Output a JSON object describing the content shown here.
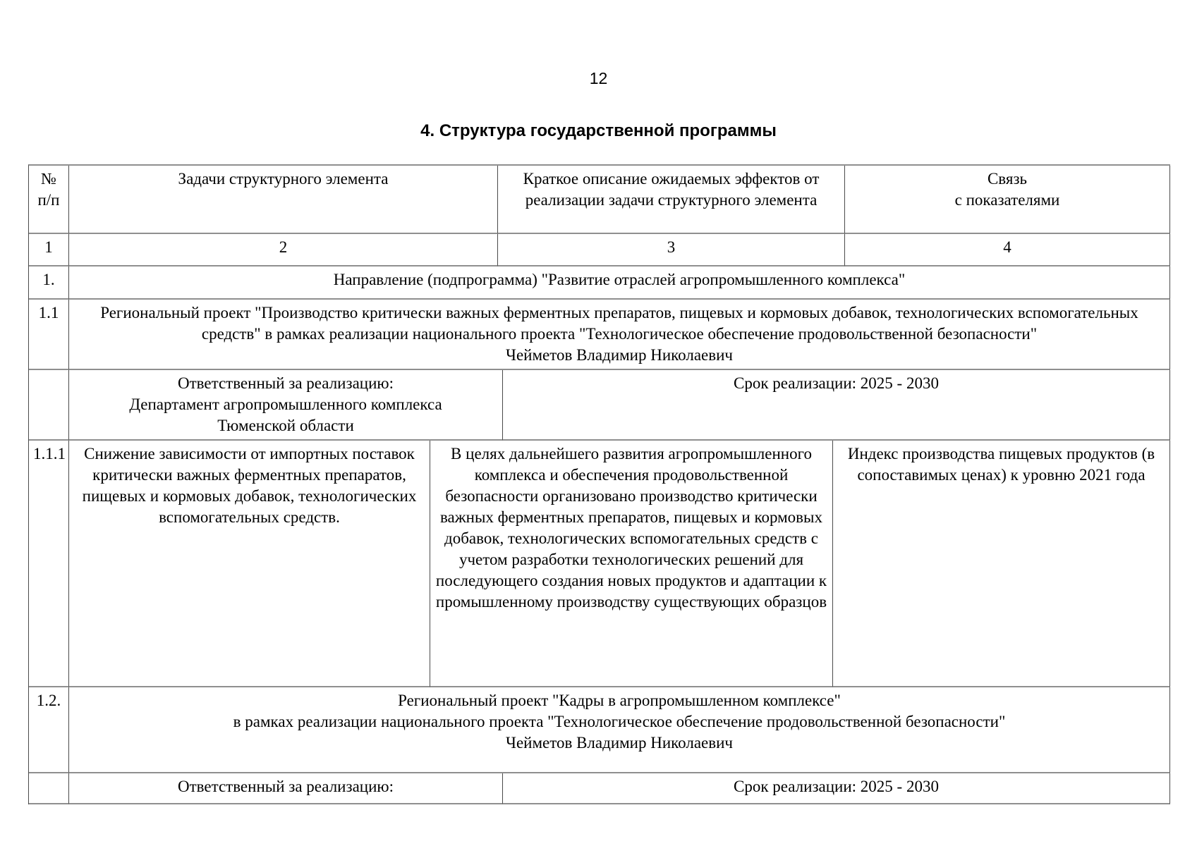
{
  "page": {
    "number": "12",
    "title": "4. Структура государственной программы"
  },
  "table": {
    "header": {
      "num_line1": "№",
      "num_line2": "п/п",
      "col2": "Задачи структурного элемента",
      "col3": "Краткое описание ожидаемых эффектов от реализации задачи структурного элемента",
      "col4_line1": "Связь",
      "col4_line2": "с показателями"
    },
    "numbering": [
      "1",
      "2",
      "3",
      "4"
    ],
    "rows": {
      "r1": {
        "num": "1.",
        "text": "Направление (подпрограмма) \"Развитие отраслей агропромышленного комплекса\""
      },
      "r11": {
        "num": "1.1",
        "project": "Региональный проект \"Производство критически важных ферментных препаратов, пищевых и кормовых добавок, технологических вспомогательных средств\" в рамках реализации национального проекта \"Технологическое обеспечение продовольственной безопасности\"",
        "leader": "Чейметов Владимир Николаевич"
      },
      "resp1": {
        "label": "Ответственный за реализацию:",
        "org_line1": "Департамент агропромышленного комплекса",
        "org_line2": "Тюменской области",
        "period": "Срок реализации: 2025 - 2030"
      },
      "r111": {
        "num": "1.1.1",
        "task": "Снижение зависимости от импортных поставок критически важных ферментных препаратов, пищевых и кормовых добавок, технологических вспомогательных средств.",
        "effect": "В целях дальнейшего развития агропромышленного комплекса и обеспечения продовольственной безопасности организовано производство критически важных ферментных препаратов, пищевых и кормовых добавок, технологических вспомогательных средств с учетом разработки технологических решений для последующего создания новых продуктов и адаптации к промышленному производству существующих образцов",
        "indicator": "Индекс производства пищевых продуктов (в сопоставимых ценах) к уровню 2021 года"
      },
      "r12": {
        "num": "1.2.",
        "line1": "Региональный проект \"Кадры в агропромышленном комплексе\"",
        "line2": "в рамках реализации национального проекта \"Технологическое обеспечение продовольственной безопасности\"",
        "leader": "Чейметов Владимир Николаевич"
      },
      "resp2": {
        "label": "Ответственный за реализацию:",
        "period": "Срок реализации: 2025 - 2030"
      }
    }
  }
}
